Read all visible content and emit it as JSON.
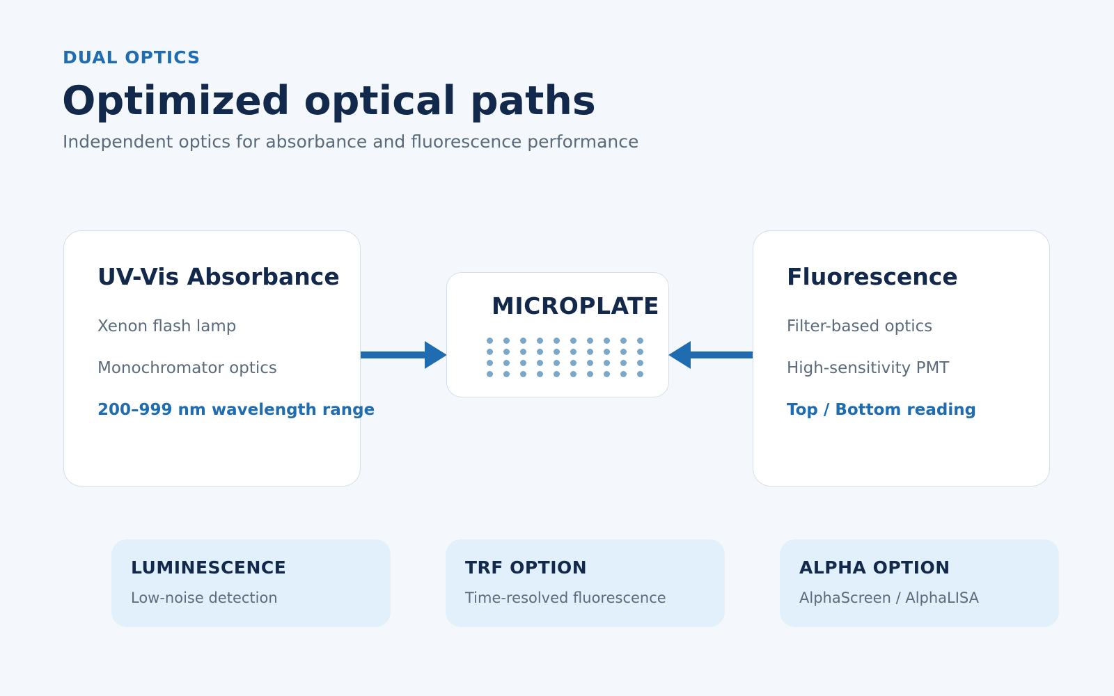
{
  "header": {
    "eyebrow": "DUAL OPTICS",
    "title": "Optimized optical paths",
    "subtitle": "Independent optics for absorbance and fluorescence performance"
  },
  "absorbance_card": {
    "title": "UV-Vis Absorbance",
    "items": [
      "Xenon flash lamp",
      "Monochromator optics"
    ],
    "highlight": "200–999 nm wavelength range"
  },
  "microplate": {
    "label": "MICROPLATE",
    "well_rows": 4,
    "well_columns": 10
  },
  "fluorescence_card": {
    "title": "Fluorescence",
    "items": [
      "Filter-based optics",
      "High-sensitivity PMT"
    ],
    "highlight": "Top / Bottom reading"
  },
  "options": [
    {
      "title": "LUMINESCENCE",
      "description": "Low-noise detection"
    },
    {
      "title": "TRF OPTION",
      "description": "Time-resolved fluorescence"
    },
    {
      "title": "ALPHA OPTION",
      "description": "AlphaScreen / AlphaLISA"
    }
  ],
  "colors": {
    "background": "#f4f8fc",
    "accent": "#1f6cb0",
    "heading": "#13294b",
    "muted": "#5b6b7b",
    "option_bg": "#e1f0fb",
    "well": "#7aa7c7"
  }
}
